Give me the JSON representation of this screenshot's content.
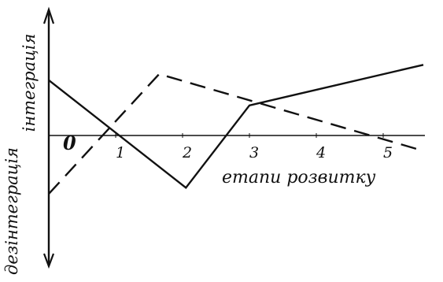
{
  "chart_data": {
    "type": "line",
    "title": "",
    "xlabel": "етапи розвитку",
    "ylabel_positive": "інтеграція",
    "ylabel_negative": "дезінтеграція",
    "origin_label": "0",
    "x_ticks": [
      "1",
      "2",
      "3",
      "4",
      "5"
    ],
    "xlim": [
      0,
      5.6
    ],
    "ylim": [
      -1,
      1
    ],
    "grid": false,
    "legend": "none",
    "series": [
      {
        "style": "solid",
        "color": "#111111",
        "points": [
          [
            0,
            0.9
          ],
          [
            2.05,
            -0.85
          ],
          [
            3.0,
            0.49
          ],
          [
            5.6,
            1.15
          ]
        ]
      },
      {
        "style": "dashed",
        "color": "#111111",
        "points": [
          [
            0,
            -0.95
          ],
          [
            1.65,
            1.0
          ],
          [
            5.6,
            -0.25
          ]
        ]
      }
    ]
  }
}
